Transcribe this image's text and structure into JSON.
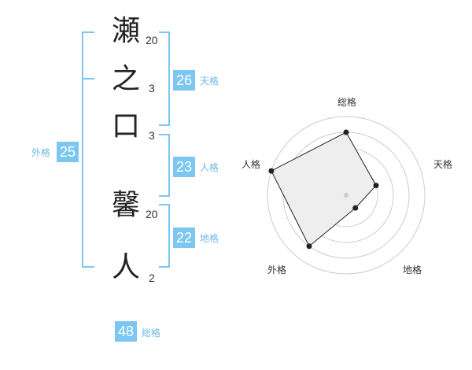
{
  "characters": [
    {
      "char": "瀬",
      "strokes": "20"
    },
    {
      "char": "之",
      "strokes": "3"
    },
    {
      "char": "口",
      "strokes": "3"
    },
    {
      "char": "馨",
      "strokes": "20"
    },
    {
      "char": "人",
      "strokes": "2"
    }
  ],
  "kaku": {
    "tenkaku": {
      "value": "26",
      "label": "天格"
    },
    "jinkaku": {
      "value": "23",
      "label": "人格"
    },
    "chikaku": {
      "value": "22",
      "label": "地格"
    },
    "gaikaku": {
      "value": "25",
      "label": "外格"
    },
    "soukaku": {
      "value": "48",
      "label": "総格"
    }
  },
  "colors": {
    "accent": "#7cc6f2",
    "text": "#222222",
    "grid": "#cccccc",
    "fill": "#eeeeee"
  },
  "chart_data": {
    "type": "radar",
    "axes": [
      "総格",
      "天格",
      "地格",
      "外格",
      "人格"
    ],
    "values": [
      4,
      2,
      1,
      4,
      5
    ],
    "max": 5,
    "grid": true
  }
}
